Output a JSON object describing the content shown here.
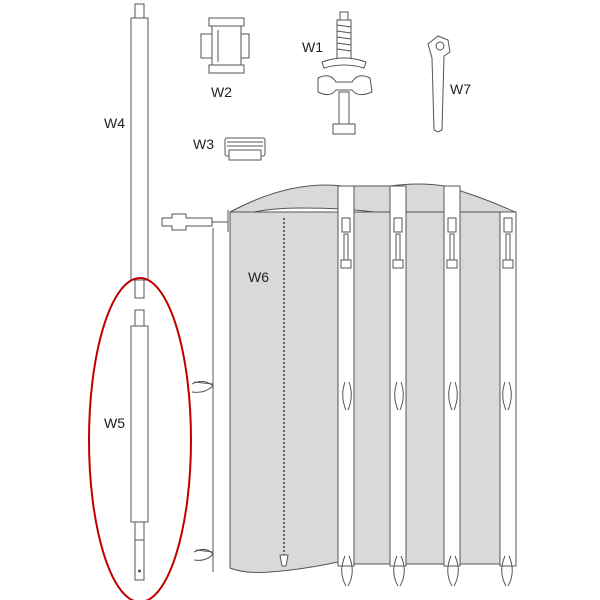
{
  "labels": {
    "w1": "W1",
    "w2": "W2",
    "w3": "W3",
    "w4": "W4",
    "w5": "W5",
    "w6": "W6",
    "w7": "W7"
  },
  "colors": {
    "highlight_ellipse": "#c00000",
    "panel_fill": "#d9d9d9",
    "line": "#555555"
  },
  "icons": {
    "w1": "threaded-bolt-with-wingnut-icon",
    "w2": "pole-clamp-icon",
    "w3": "thread-adapter-icon",
    "w4": "upper-pole-icon",
    "w5": "lower-pole-icon",
    "w6": "folding-curtain-panel-icon",
    "w7": "wrench-icon"
  }
}
